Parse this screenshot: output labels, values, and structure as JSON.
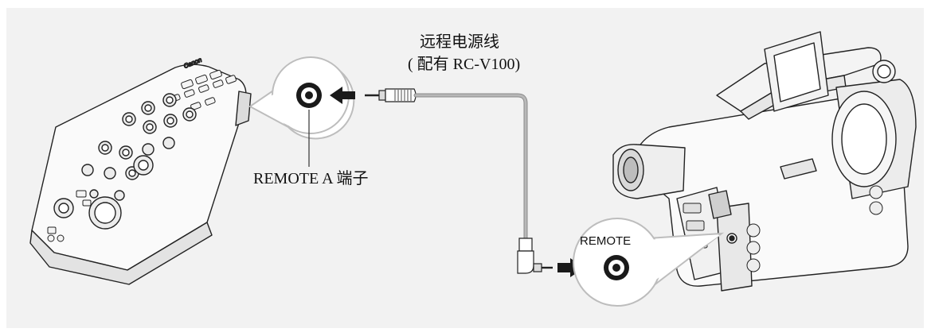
{
  "labels": {
    "cable_line1": "远程电源线",
    "cable_line2": "( 配有 RC-V100)",
    "remote_a_terminal": "REMOTE A 端子",
    "remote_terminal": "REMOTE",
    "brand": "Canon"
  },
  "icons": {
    "arrow_in": "arrow-left-icon",
    "arrow_out": "arrow-right-icon"
  },
  "colors": {
    "panel": "#f2f2f2",
    "line": "#222222",
    "cable": "#a0a0a0"
  }
}
